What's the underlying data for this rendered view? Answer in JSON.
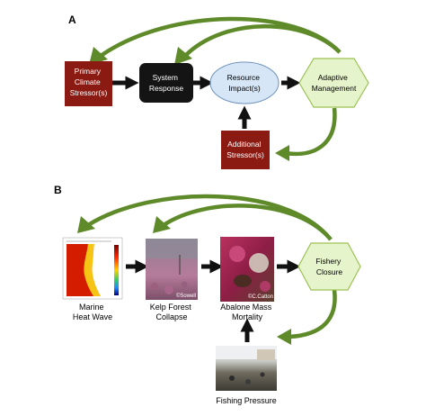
{
  "panel_a": {
    "label": "A",
    "nodes": {
      "primary": [
        "Primary",
        "Climate",
        "Stressor(s)"
      ],
      "system": [
        "System",
        "Response"
      ],
      "resource": [
        "Resource",
        "Impact(s)"
      ],
      "adaptive": [
        "Adaptive",
        "Management"
      ],
      "additional": [
        "Additional",
        "Stressor(s)"
      ]
    }
  },
  "panel_b": {
    "label": "B",
    "captions": {
      "heatwave": [
        "Marine",
        "Heat Wave"
      ],
      "kelp": [
        "Kelp Forest",
        "Collapse"
      ],
      "abalone": [
        "Abalone Mass",
        "Mortality"
      ],
      "fishing": "Fishing Pressure"
    },
    "fishery": [
      "Fishery",
      "Closure"
    ],
    "photo_credits": {
      "kelp": "©Sowell",
      "abalone": "©C.Catton"
    }
  },
  "colors": {
    "dark_red": "#8b1a12",
    "black_box": "#141414",
    "light_blue": "#d6e6f7",
    "hexagon_green": "#e6f4cc",
    "hexagon_border": "#9cc255",
    "green_arrow": "#5e8a2a"
  }
}
